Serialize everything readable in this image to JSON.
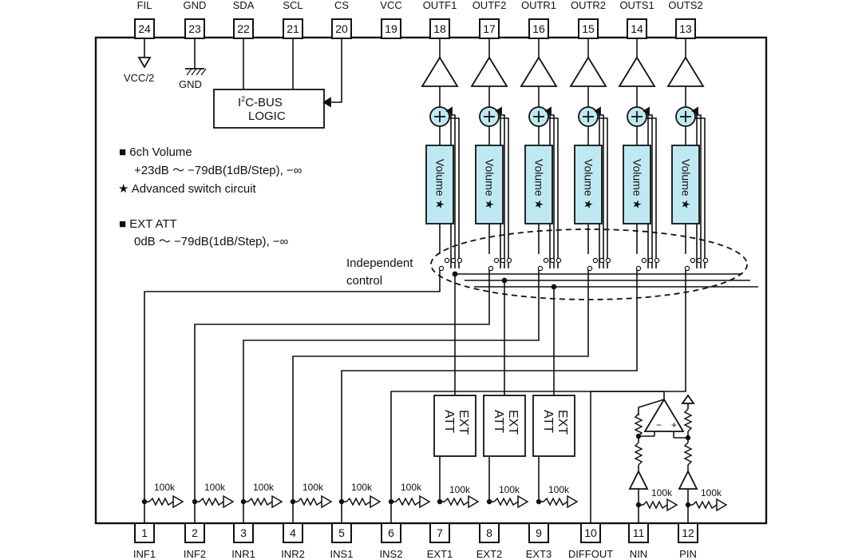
{
  "top_pins": [
    {
      "num": "24",
      "label": "FIL"
    },
    {
      "num": "23",
      "label": "GND"
    },
    {
      "num": "22",
      "label": "SDA"
    },
    {
      "num": "21",
      "label": "SCL"
    },
    {
      "num": "20",
      "label": "CS"
    },
    {
      "num": "19",
      "label": "VCC"
    },
    {
      "num": "18",
      "label": "OUTF1"
    },
    {
      "num": "17",
      "label": "OUTF2"
    },
    {
      "num": "16",
      "label": "OUTR1"
    },
    {
      "num": "15",
      "label": "OUTR2"
    },
    {
      "num": "14",
      "label": "OUTS1"
    },
    {
      "num": "13",
      "label": "OUTS2"
    }
  ],
  "bottom_pins": [
    {
      "num": "1",
      "label": "INF1"
    },
    {
      "num": "2",
      "label": "INF2"
    },
    {
      "num": "3",
      "label": "INR1"
    },
    {
      "num": "4",
      "label": "INR2"
    },
    {
      "num": "5",
      "label": "INS1"
    },
    {
      "num": "6",
      "label": "INS2"
    },
    {
      "num": "7",
      "label": "EXT1"
    },
    {
      "num": "8",
      "label": "EXT2"
    },
    {
      "num": "9",
      "label": "EXT3"
    },
    {
      "num": "10",
      "label": "DIFFOUT"
    },
    {
      "num": "11",
      "label": "NIN"
    },
    {
      "num": "12",
      "label": "PIN"
    }
  ],
  "labels": {
    "vcc_half": "VCC/2",
    "gnd": "GND",
    "i2c_line1_prefix": "I",
    "i2c_line1_sup": "2",
    "i2c_line1_suffix": "C-BUS",
    "i2c_line2": "LOGIC",
    "independent_line1": "Independent",
    "independent_line2": "control",
    "volume": "Volume",
    "star": "★",
    "ext": "EXT",
    "att": "ATT",
    "resistor": "100k"
  },
  "notes": {
    "bullet": "■",
    "star": "★",
    "vol_title": "6ch Volume",
    "vol_range": "+23dB ～ −79dB(1dB/Step), −∞",
    "advanced": "Advanced switch circuit",
    "att_title": "EXT ATT",
    "att_range": "0dB ～ −79dB(1dB/Step), −∞"
  },
  "colors": {
    "volume_fill": "#bfe9f2",
    "adder_fill": "#bfe9f2",
    "line": "#111111"
  }
}
